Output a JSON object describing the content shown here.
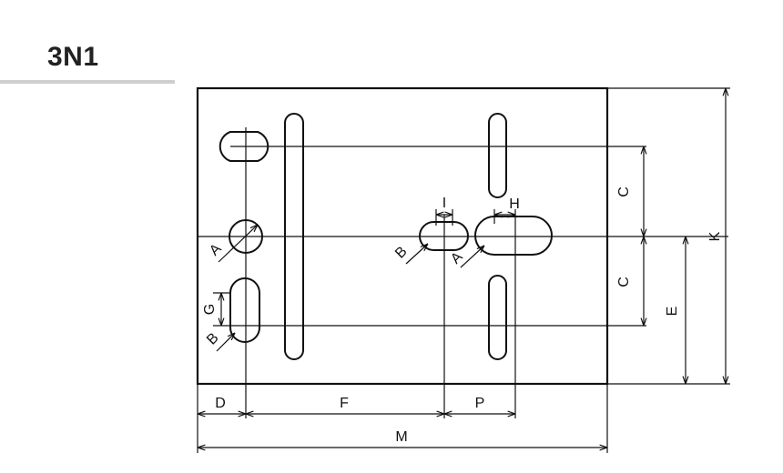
{
  "title": "3N1",
  "dimensions": {
    "A": "A",
    "B": "B",
    "C": "C",
    "D": "D",
    "E": "E",
    "F": "F",
    "G": "G",
    "H": "H",
    "I": "I",
    "K": "K",
    "M": "M",
    "P": "P"
  },
  "colors": {
    "line": "#111111",
    "title": "#222222",
    "rule": "#cfcfcf"
  }
}
